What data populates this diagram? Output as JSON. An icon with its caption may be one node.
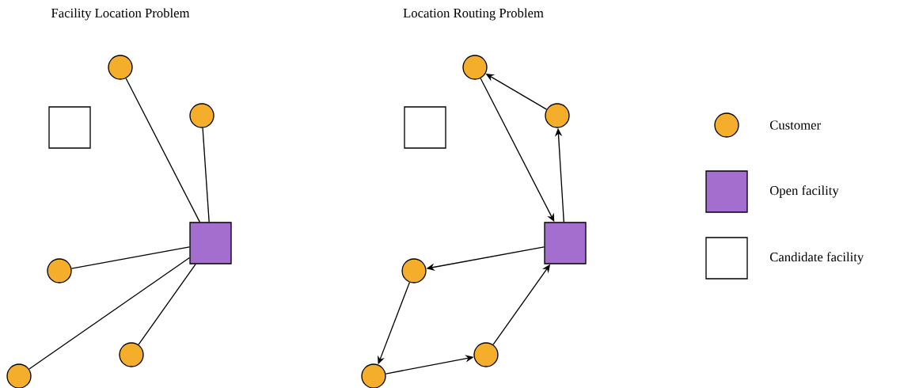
{
  "diagram": {
    "nodes": [
      {
        "text": [],
        "shape": "box"
      },
      {
        "text": [],
        "shape": "circle"
      },
      {
        "text": [],
        "shape": "circle"
      },
      {
        "text": [],
        "shape": "circle"
      },
      {
        "text": [],
        "shape": "circle"
      },
      {
        "text": [],
        "shape": "circle"
      },
      {
        "text": [],
        "shape": "box"
      },
      {
        "text": [],
        "shape": "box"
      },
      {
        "text": [],
        "shape": "circle"
      },
      {
        "text": [],
        "shape": "circle"
      },
      {
        "text": [],
        "shape": "circle"
      },
      {
        "text": [],
        "shape": "circle"
      },
      {
        "text": [],
        "shape": "circle"
      },
      {
        "text": [],
        "shape": "box"
      }
    ],
    "edges": [
      {
        "from": 6,
        "to": 1,
        "arrow": "none"
      },
      {
        "from": 6,
        "to": 2,
        "arrow": "none"
      },
      {
        "from": 6,
        "to": 3,
        "arrow": "none"
      },
      {
        "from": 6,
        "to": 4,
        "arrow": "none"
      },
      {
        "from": 6,
        "to": 5,
        "arrow": "none"
      },
      {
        "from": 13,
        "to": 9,
        "arrow": "to"
      },
      {
        "from": 9,
        "to": 8,
        "arrow": "to"
      },
      {
        "from": 8,
        "to": 13,
        "arrow": "to"
      },
      {
        "from": 13,
        "to": 10,
        "arrow": "to"
      },
      {
        "from": 10,
        "to": 11,
        "arrow": "to"
      },
      {
        "from": 11,
        "to": 12,
        "arrow": "to"
      },
      {
        "from": 12,
        "to": 13,
        "arrow": "to"
      }
    ],
    "labels": [
      "Facility Location Problem",
      "Location Routing Problem"
    ],
    "legend": [
      {
        "text": "Customer"
      },
      {
        "text": "Open facility",
        "color": "#a46ecf"
      },
      {
        "text": "Candidate facility"
      }
    ]
  }
}
